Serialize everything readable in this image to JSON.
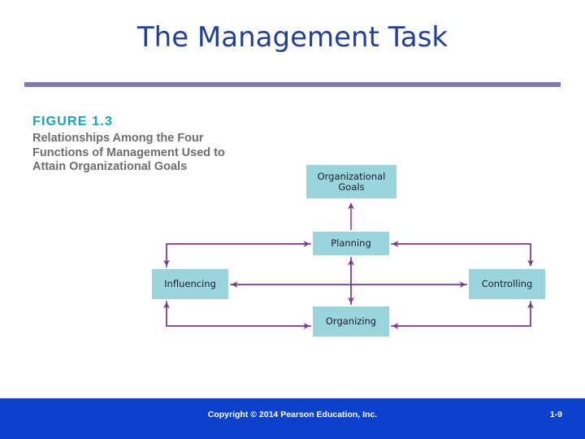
{
  "slide": {
    "title": "The Management Task",
    "title_color": "#21409A",
    "rule_color": "#8079B3"
  },
  "figure": {
    "number": "FIGURE 1.3",
    "number_color": "#14A2B8",
    "caption": "Relationships Among the Four Functions of Management Used to Attain Organizational Goals",
    "caption_color": "#6E6E6E",
    "box_fill": "#9AD4DC",
    "arrow_color": "#7B3B8E",
    "nodes": [
      {
        "id": "goals",
        "label": "Organizational\nGoals",
        "line1": "Organizational",
        "line2": "Goals"
      },
      {
        "id": "planning",
        "label": "Planning"
      },
      {
        "id": "influencing",
        "label": "Influencing"
      },
      {
        "id": "controlling",
        "label": "Controlling"
      },
      {
        "id": "organizing",
        "label": "Organizing"
      }
    ],
    "connections": [
      {
        "from": "planning",
        "to": "goals",
        "direction": "one-way"
      },
      {
        "from": "planning",
        "to": "influencing",
        "direction": "two-way"
      },
      {
        "from": "influencing",
        "to": "organizing",
        "direction": "two-way"
      },
      {
        "from": "organizing",
        "to": "controlling",
        "direction": "two-way"
      },
      {
        "from": "controlling",
        "to": "planning",
        "direction": "two-way"
      },
      {
        "from": "planning",
        "to": "organizing",
        "direction": "two-way"
      },
      {
        "from": "influencing",
        "to": "controlling",
        "direction": "two-way"
      }
    ]
  },
  "footer": {
    "copyright": "Copyright © 2014 Pearson Education, Inc.",
    "page": "1-9",
    "bar_color": "#0B41CD"
  }
}
